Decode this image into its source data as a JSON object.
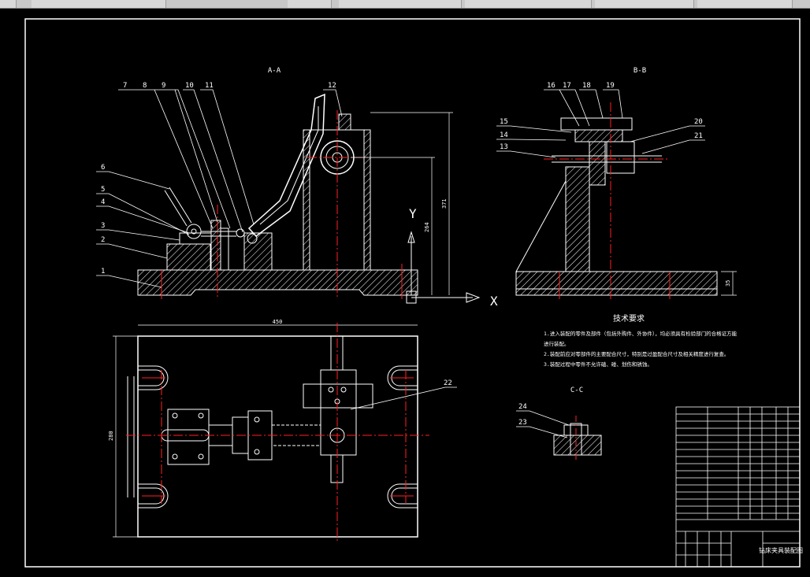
{
  "section_titles": {
    "aa": "A-A",
    "bb": "B-B",
    "cc": "C-C"
  },
  "leaders_aa": [
    "1",
    "2",
    "3",
    "4",
    "5",
    "6",
    "7",
    "8",
    "9",
    "10",
    "11",
    "12"
  ],
  "leaders_bb": [
    "13",
    "14",
    "15",
    "16",
    "17",
    "18",
    "19",
    "20",
    "21"
  ],
  "leaders_plan": [
    "22"
  ],
  "leaders_cc": [
    "24",
    "23"
  ],
  "axis": {
    "y": "Y",
    "x": "X"
  },
  "dims": {
    "width": "450",
    "depth": "280",
    "h1": "371",
    "h2": "264",
    "base": "35"
  },
  "tech_req": {
    "title": "技术要求",
    "lines": [
      "1.进入装配的零件及部件（包括外购件、外协件），均必须具有检验部门的合格证方能",
      "进行装配。",
      "2.装配前应对零部件的主要配合尺寸，特别是过盈配合尺寸及相关精度进行复查。",
      "3.装配过程中零件不允许磕、碰、划伤和锈蚀。"
    ]
  },
  "title_block": {
    "name": "钻床夹具装配图"
  },
  "colors": {
    "line": "#ffffff",
    "center": "#ff2020",
    "bg": "#000000",
    "toolbar": "#c8c8c8"
  }
}
